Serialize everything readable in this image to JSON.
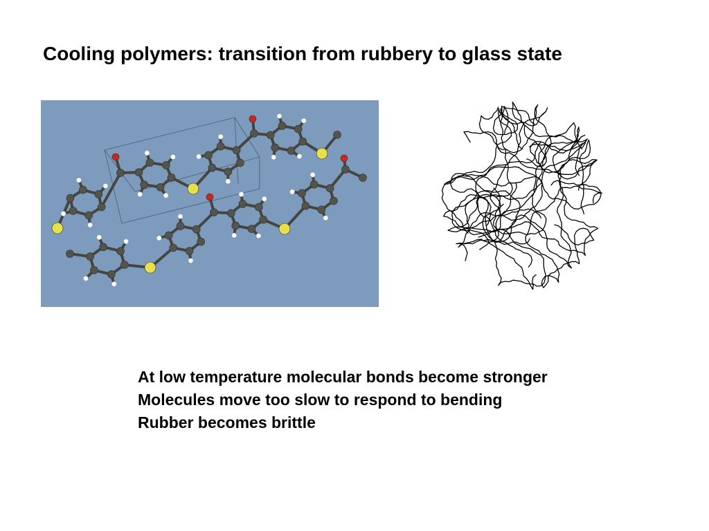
{
  "slide": {
    "title": "Cooling polymers: transition from rubbery to glass state",
    "notes": [
      "At low temperature molecular bonds become stronger",
      "Molecules move too slow to respond to bending",
      "Rubber becomes brittle"
    ]
  },
  "colors": {
    "molecule_background": "#7d9cbd",
    "carbon_atom": "#55544c",
    "hydrogen_atom": "#ffffff",
    "sulfur_atom": "#e8e04a",
    "oxygen_atom": "#c8281e",
    "coil_line": "#000000"
  }
}
